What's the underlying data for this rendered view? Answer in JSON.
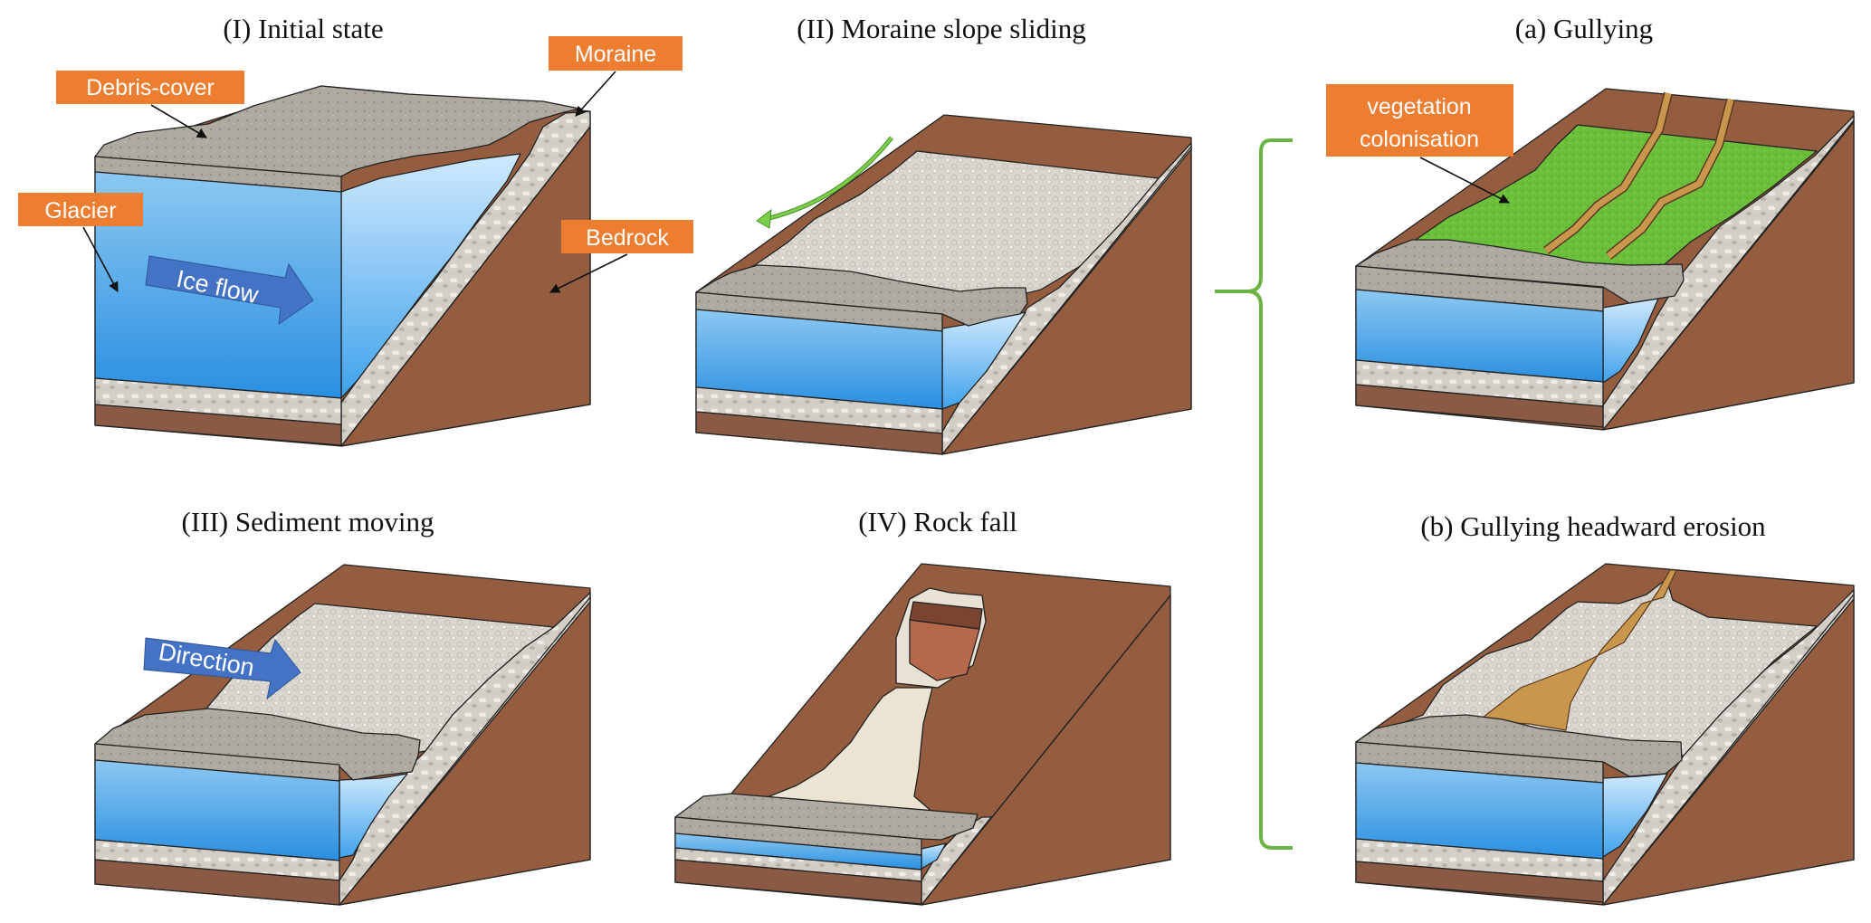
{
  "panels": {
    "initial_state": {
      "title": "(I) Initial state"
    },
    "moraine_slope_sliding": {
      "title": "(II) Moraine slope sliding"
    },
    "sediment_moving": {
      "title": "(III) Sediment moving"
    },
    "rock_fall": {
      "title": "(IV) Rock fall"
    },
    "gullying": {
      "title": "(a) Gullying"
    },
    "gullying_headward_erosion": {
      "title": "(b) Gullying headward erosion"
    }
  },
  "labels": {
    "debris_cover": "Debris-cover",
    "moraine": "Moraine",
    "glacier": "Glacier",
    "bedrock": "Bedrock",
    "ice_flow": "Ice flow",
    "direction": "Direction",
    "vegetation_line1": "vegetation",
    "vegetation_line2": "colonisation"
  },
  "colors": {
    "label_bg": "#ed7d31",
    "flow_arrow": "#4472c4",
    "bedrock": "#955d3f",
    "bedrock_front": "#8a5a45",
    "debris": "#aeaaa2",
    "gravel": "#d9d6cf",
    "moraine_strip": "#d3cfc7",
    "glacier_top": "#8cc8f2",
    "glacier_bottom": "#2a8fe0",
    "vegetation": "#6cbf3b",
    "gully": "#c9964d",
    "rockfall_deposit": "#ebe4d2",
    "bracket": "#6ab446",
    "sliding_arrow": "#6ab446"
  }
}
